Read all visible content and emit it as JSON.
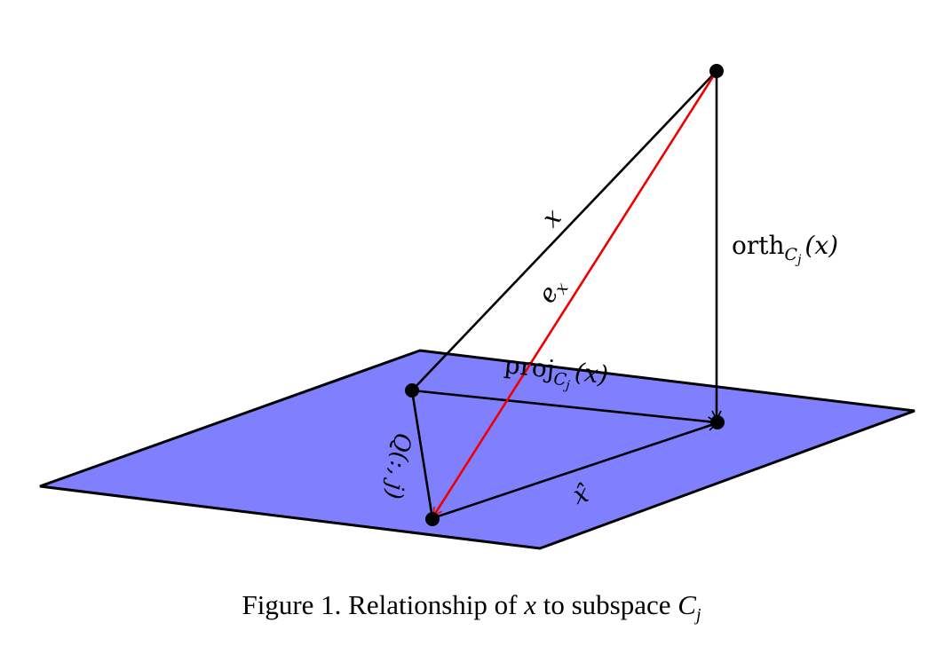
{
  "labels": {
    "x": "x",
    "ex_base": "e",
    "ex_sub": "x",
    "orth_base": "orth",
    "orth_sub": "C",
    "orth_subsub": "j",
    "orth_arg": "(x)",
    "proj_base": "proj",
    "proj_sub": "C",
    "proj_subsub": "j",
    "proj_arg": "(x)",
    "q": "Q(:, j)",
    "xhat": "x̂"
  },
  "caption": {
    "prefix": "Figure 1. Relationship of ",
    "var": "x",
    "mid": " to subspace ",
    "sub_base": "C",
    "sub_index": "j"
  },
  "colors": {
    "plane_fill": "#8080ff",
    "plane_stroke": "#000000",
    "lines": "#000000",
    "ex_vector": "#ee0000",
    "points": "#000000"
  }
}
